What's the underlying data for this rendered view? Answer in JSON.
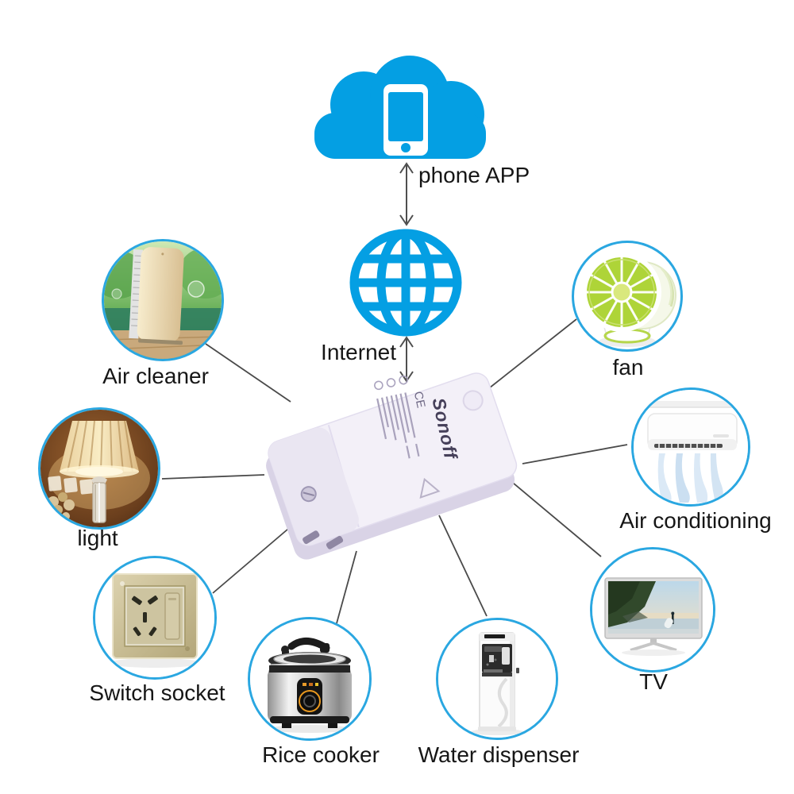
{
  "palette": {
    "icon_blue": "#049fe3",
    "circle_border_blue": "#2aa7e1",
    "connector_gray": "#4a4a4a",
    "label_black": "#161616",
    "device_body": "#f3f0f8"
  },
  "top": {
    "phone_app_label": "phone APP",
    "internet_label": "Internet"
  },
  "device": {
    "brand": "Sonoff",
    "certification": "CE"
  },
  "nodes": [
    {
      "id": "air-cleaner",
      "label": "Air cleaner"
    },
    {
      "id": "fan",
      "label": "fan"
    },
    {
      "id": "light",
      "label": "light"
    },
    {
      "id": "air-conditioning",
      "label": "Air conditioning"
    },
    {
      "id": "switch-socket",
      "label": "Switch socket"
    },
    {
      "id": "tv",
      "label": "TV"
    },
    {
      "id": "rice-cooker",
      "label": "Rice cooker"
    },
    {
      "id": "water-dispenser",
      "label": "Water dispenser"
    }
  ],
  "connections": [
    {
      "from": "device",
      "to": "air-cleaner"
    },
    {
      "from": "device",
      "to": "fan"
    },
    {
      "from": "device",
      "to": "light"
    },
    {
      "from": "device",
      "to": "air-conditioning"
    },
    {
      "from": "device",
      "to": "switch-socket"
    },
    {
      "from": "device",
      "to": "rice-cooker"
    },
    {
      "from": "device",
      "to": "water-dispenser"
    },
    {
      "from": "device",
      "to": "tv"
    },
    {
      "from": "cloud",
      "to": "internet",
      "type": "double-arrow"
    },
    {
      "from": "internet",
      "to": "device",
      "type": "double-arrow"
    }
  ]
}
